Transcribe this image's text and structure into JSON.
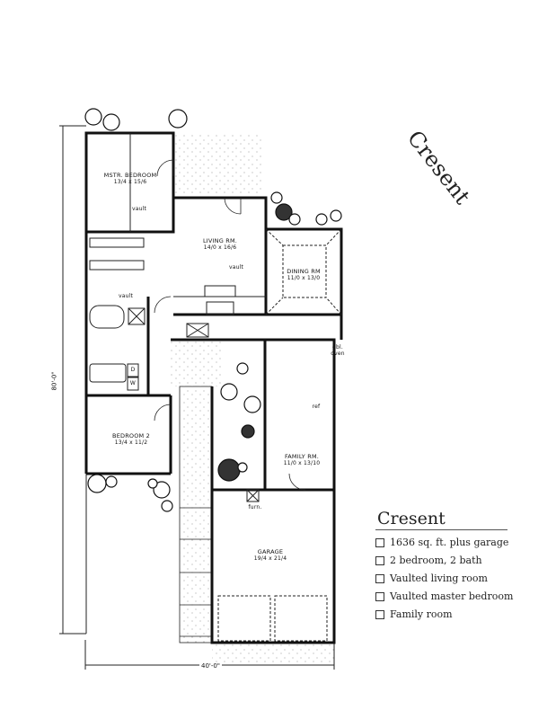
{
  "plan_name_rotated": "Cresent",
  "rooms": {
    "master_bedroom": {
      "name": "MSTR. BEDROOM",
      "size": "13/4 x 15/6"
    },
    "living_room": {
      "name": "LIVING RM.",
      "size": "14/0 x 16/6"
    },
    "dining_room": {
      "name": "DINING RM",
      "size": "11/0 x 13/0"
    },
    "bedroom_2": {
      "name": "BEDROOM 2",
      "size": "13/4 x 11/2"
    },
    "family_room": {
      "name": "FAMILY RM.",
      "size": "11/0 x 13/10"
    },
    "garage": {
      "name": "GARAGE",
      "size": "19/4 x 21/4"
    }
  },
  "annotations": {
    "vault": "vault",
    "dbl_oven": "dbl. oven",
    "ref": "ref",
    "furn": "furn.",
    "dryer": "D",
    "washer": "W"
  },
  "dimensions": {
    "depth": "80'-0\"",
    "width": "40'-0\""
  },
  "info": {
    "title": "Cresent",
    "features": [
      "1636 sq. ft. plus garage",
      "2 bedroom, 2 bath",
      "Vaulted living room",
      "Vaulted master bedroom",
      "Family room"
    ]
  }
}
